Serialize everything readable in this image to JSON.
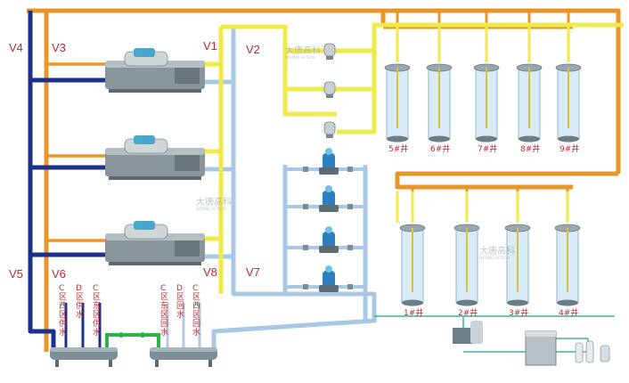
{
  "valves": {
    "v4": "V4",
    "v3": "V3",
    "v1": "V1",
    "v2": "V2",
    "v5": "V5",
    "v6": "V6",
    "v8": "V8",
    "v7": "V7"
  },
  "wells": {
    "top": [
      "5#井",
      "6#井",
      "7#井",
      "8#井",
      "9#井"
    ],
    "bottom": [
      "1#井",
      "2#井",
      "3#井",
      "4#井"
    ]
  },
  "zones": {
    "supply": [
      "C区西区供水",
      "D区供水",
      "C区东区供水"
    ],
    "return": [
      "C区东区回水",
      "D区回水",
      "C区西区回水"
    ]
  },
  "watermark": {
    "cn": "大唐高科",
    "en": "DATANG HI-TECH"
  },
  "colors": {
    "hot": "#e8952a",
    "supply": "#1d2f8c",
    "cold": "#a9c8e6",
    "well": "#f0e94a",
    "green": "#2cb34a",
    "teal": "#3fb0a0",
    "label": "#c0282d"
  }
}
